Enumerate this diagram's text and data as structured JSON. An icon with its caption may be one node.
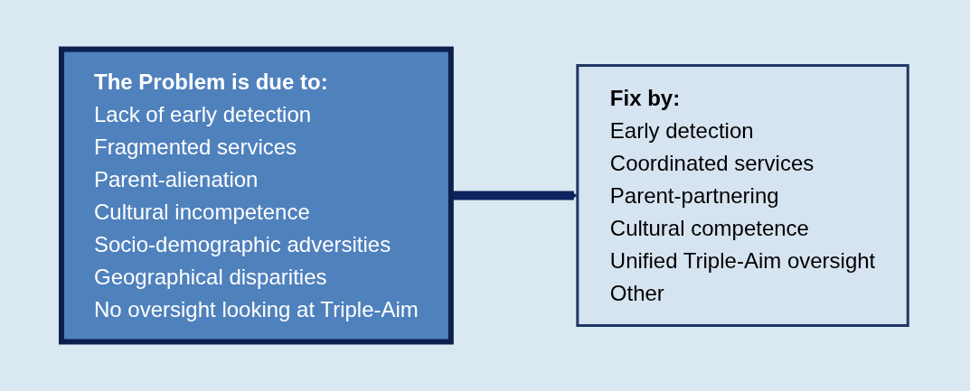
{
  "diagram": {
    "nodes": [
      {
        "text": [
          "The Problem is due to:",
          "Lack of early detection",
          "Fragmented services",
          "Parent-alienation",
          "Cultural incompetence",
          "Socio-demographic adversities",
          "Geographical disparities",
          "No oversight looking at Triple-Aim"
        ]
      },
      {
        "text": [
          "Fix by:",
          "Early detection",
          "Coordinated services",
          "Parent-partnering",
          "Cultural competence",
          "Unified Triple-Aim oversight",
          "Other"
        ]
      }
    ],
    "edges": [
      {
        "from": 0,
        "to": 1,
        "arrow": "to"
      }
    ]
  }
}
